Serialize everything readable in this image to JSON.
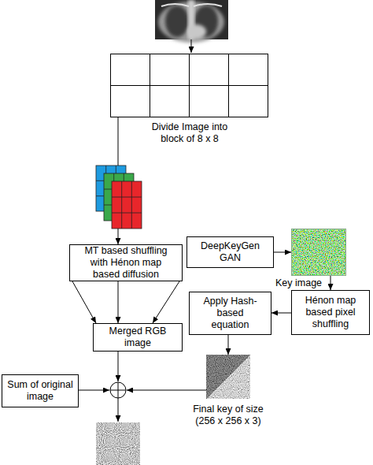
{
  "diagram": {
    "nodes": [
      {
        "text": [
          "Divide Image into block of 8 x 8"
        ]
      },
      {
        "text": [
          "MT based shuffling with Hénon map based diffusion"
        ]
      },
      {
        "text": [
          "DeepKeyGen GAN"
        ]
      },
      {
        "text": [
          "Key image"
        ]
      },
      {
        "text": [
          "Hénon map based pixel shuffling"
        ]
      },
      {
        "text": [
          "Apply Hash-based equation"
        ]
      },
      {
        "text": [
          "Merged RGB image"
        ]
      },
      {
        "text": [
          "Final key of size (256 x 256 x 3)"
        ]
      },
      {
        "text": [
          "Sum of original image"
        ]
      }
    ],
    "edges": [
      {
        "from": 0,
        "to": 1,
        "arrow": "to"
      },
      {
        "from": 1,
        "to": 6,
        "arrow": "to"
      },
      {
        "from": 1,
        "to": 6,
        "arrow": "to"
      },
      {
        "from": 1,
        "to": 6,
        "arrow": "to"
      },
      {
        "from": 2,
        "to": 3,
        "arrow": "to"
      },
      {
        "from": 3,
        "to": 4,
        "arrow": "to"
      },
      {
        "from": 4,
        "to": 5,
        "arrow": "to"
      },
      {
        "from": 5,
        "to": 7,
        "arrow": "to"
      }
    ]
  }
}
